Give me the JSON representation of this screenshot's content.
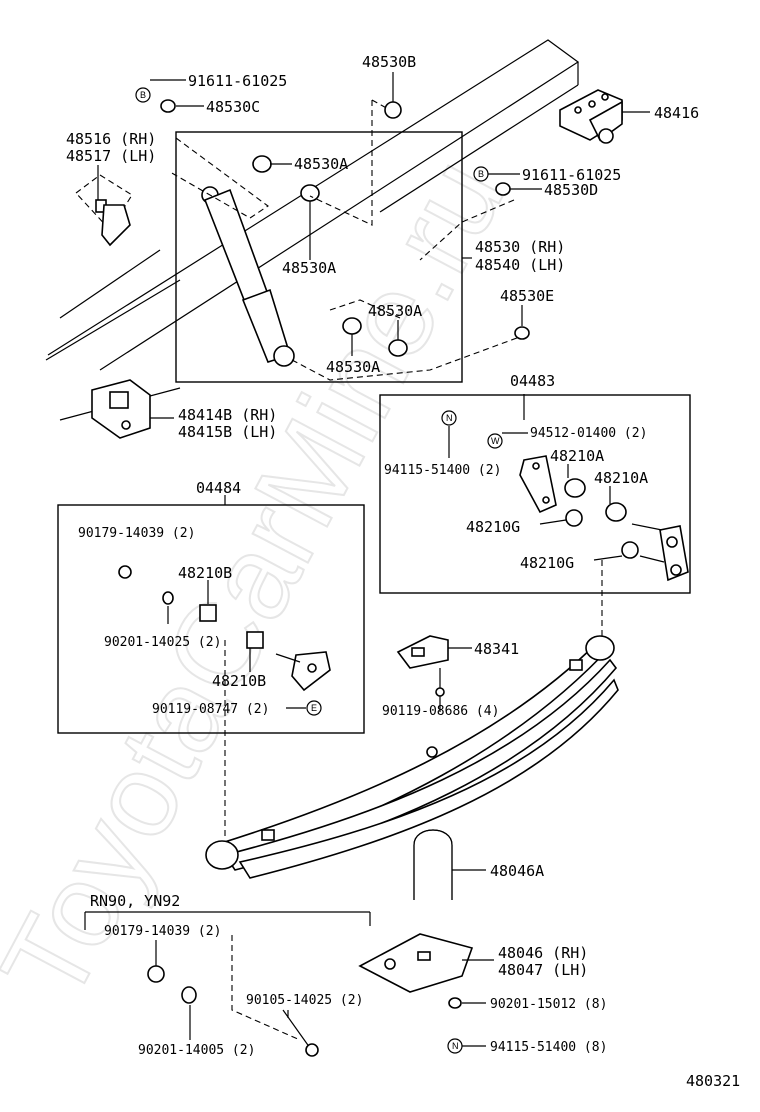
{
  "watermark": "ToyotaCarMine.ru",
  "diagram_id": "480321",
  "labels": {
    "p91611_top": "91611-61025",
    "p48530c": "48530C",
    "p48530b": "48530B",
    "p48416": "48416",
    "p48516": "48516 (RH)",
    "p48517": "48517 (LH)",
    "p48530a_1": "48530A",
    "p91611_right": "91611-61025",
    "p48530d": "48530D",
    "p48530a_2": "48530A",
    "p48530": "48530 (RH)",
    "p48540": "48540 (LH)",
    "p48530e": "48530E",
    "p48530a_3": "48530A",
    "p48530a_4": "48530A",
    "p04483": "04483",
    "p48414b": "48414B (RH)",
    "p48415b": "48415B (LH)",
    "p94512": "94512-01400 (2)",
    "p94115_box": "94115-51400 (2)",
    "p48210a_1": "48210A",
    "p48210a_2": "48210A",
    "p48210g_1": "48210G",
    "p48210g_2": "48210G",
    "p04484": "04484",
    "p90179_box": "90179-14039 (2)",
    "p48210b_1": "48210B",
    "p90201_14025": "90201-14025 (2)",
    "p48210b_2": "48210B",
    "p90119_08747": "90119-08747 (2)",
    "p48341": "48341",
    "p90119_08686": "90119-08686 (4)",
    "p48046a": "48046A",
    "rn90": "RN90, YN92",
    "p90179_bottom": "90179-14039 (2)",
    "p90105": "90105-14025 (2)",
    "p90201_14005": "90201-14005 (2)",
    "p48046": "48046 (RH)",
    "p48047": "48047 (LH)",
    "p90201_15012": "90201-15012 (8)",
    "p94115_bottom": "94115-51400 (8)"
  },
  "markers": {
    "b": "B",
    "n": "N",
    "w": "W",
    "e": "E"
  }
}
